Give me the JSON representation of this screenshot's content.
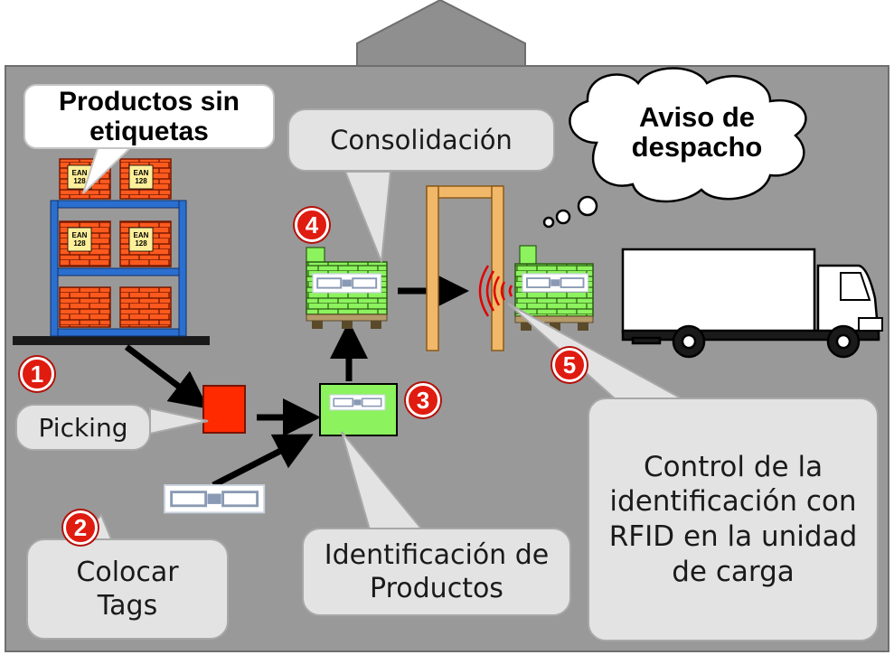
{
  "colors": {
    "panel": "#999999",
    "callout_fill": "#e3e3e3",
    "badge_red": "#e01b0f",
    "pallet_green": "#8cf35e",
    "box_orange": "#ff5a1e",
    "rack_blue": "#2a6fd0",
    "portal_tan": "#f0b868"
  },
  "labels": {
    "products_unlabeled": "Productos sin etiquetas",
    "ean_code": "EAN 128",
    "picking": "Picking",
    "place_tags": "Colocar Tags",
    "product_identification": "Identificación de Productos",
    "consolidation": "Consolidación",
    "dispatch_notice": "Aviso de despacho",
    "rfid_control": "Control de la identificación con RFID en la unidad de carga"
  },
  "steps": [
    {
      "number": "1",
      "label": "Picking"
    },
    {
      "number": "2",
      "label": "Colocar Tags"
    },
    {
      "number": "3",
      "label": "Identificación de Productos"
    },
    {
      "number": "4",
      "label": "Consolidación"
    },
    {
      "number": "5",
      "label": "Control de la identificación con RFID en la unidad de carga"
    }
  ],
  "icons": [
    "up-arrow-icon",
    "warehouse-rack-icon",
    "picked-box-icon",
    "rfid-tag-icon",
    "green-pallet-icon",
    "rfid-portal-icon",
    "rfid-signal-icon",
    "truck-icon",
    "thought-cloud-icon"
  ]
}
